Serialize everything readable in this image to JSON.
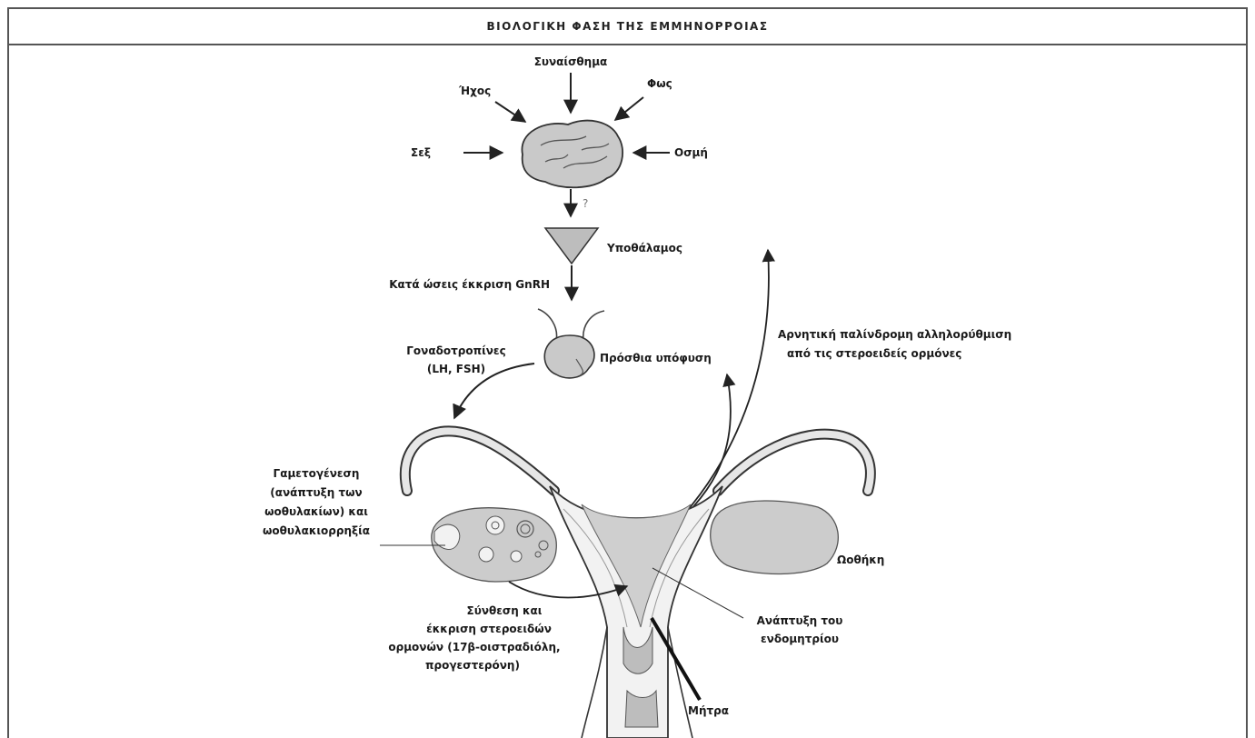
{
  "title": "ΒΙΟΛΟΓΙΚΗ ΦΑΣΗ ΤΗΣ ΕΜΜΗΝΟΡΡΟΙΑΣ",
  "labels": {
    "senses": "Συναίσθημα",
    "sound": "Ήχος",
    "light": "Φως",
    "touch": "Σεξ",
    "smell": "Οσμή",
    "question_mark": "?",
    "hypothalamus": "Υποθάλαμος",
    "gnrh": "Κατά ώσεις έκκριση GnRH",
    "gonadotropins_1": "Γοναδοτροπίνες",
    "gonadotropins_2": "(LH, FSH)",
    "pituitary": "Πρόσθια υπόφυση",
    "feedback_1": "Αρνητική παλίνδρομη αλληλορύθμιση",
    "feedback_2": "από τις στεροειδείς ορμόνες",
    "gametogenesis_1": "Γαμετογένεση",
    "gametogenesis_2": "(ανάπτυξη των",
    "gametogenesis_3": "ωοθυλακίων) και",
    "gametogenesis_4": "ωοθυλακιορρηξία",
    "ovary": "Ωοθήκη",
    "synthesis_1": "Σύνθεση και",
    "synthesis_2": "έκκριση στεροειδών",
    "synthesis_3": "ορμονών (17β-οιστραδιόλη,",
    "synthesis_4": "προγεστερόνη)",
    "endometrium_1": "Ανάπτυξη του",
    "endometrium_2": "ενδομητρίου",
    "uterus": "Μήτρα"
  }
}
